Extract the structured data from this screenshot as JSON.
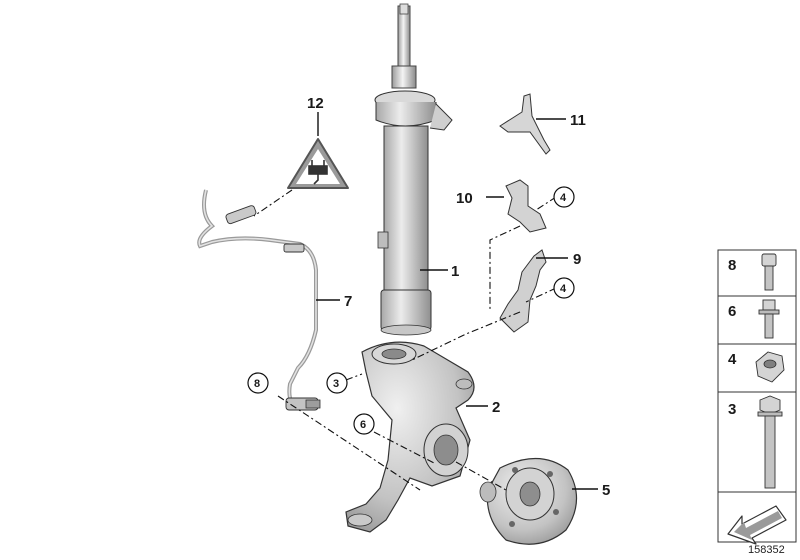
{
  "diagram": {
    "callouts": {
      "c1": "1",
      "c2": "2",
      "c5": "5",
      "c7": "7",
      "c9": "9",
      "c10": "10",
      "c11": "11",
      "c12": "12"
    },
    "circled": {
      "c3": "3",
      "c4a": "4",
      "c4b": "4",
      "c6": "6",
      "c8": "8"
    },
    "parts_panel": {
      "items": [
        {
          "label": "8",
          "part": "cap-screw"
        },
        {
          "label": "6",
          "part": "flange-bolt"
        },
        {
          "label": "4",
          "part": "hex-nut"
        },
        {
          "label": "3",
          "part": "long-bolt"
        }
      ]
    },
    "diagram_id": "158352",
    "colors": {
      "ink": "#111111",
      "metal_light": "#e6e6e6",
      "metal_mid": "#b5b5b5",
      "metal_dark": "#7d7d7d"
    }
  }
}
